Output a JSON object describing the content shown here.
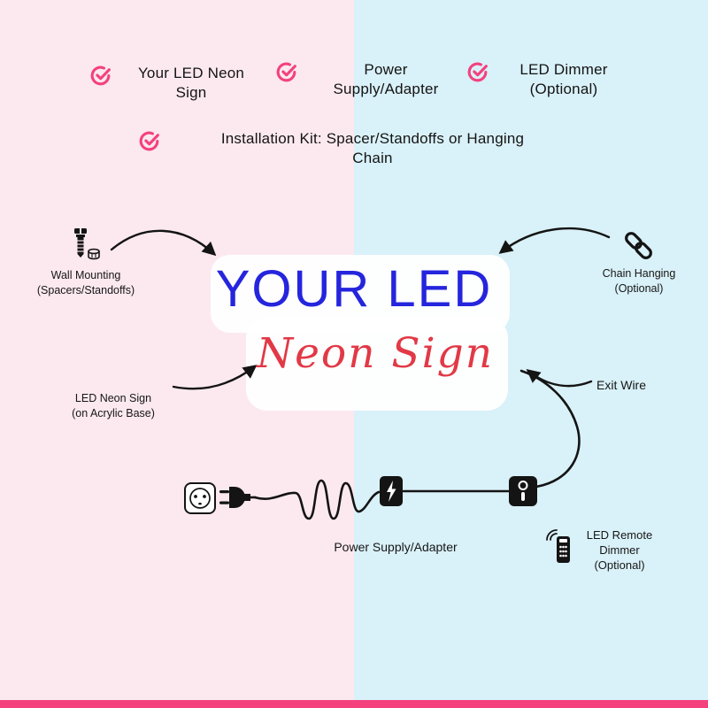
{
  "colors": {
    "background_left": "#fce9f0",
    "background_right": "#d9f1f8",
    "accent_pink": "#f4417e",
    "sign_blue": "#2525dd",
    "sign_red": "#e23946",
    "line_black": "#141414",
    "acrylic_base": "#ffffff"
  },
  "checklist": {
    "row1": [
      {
        "lines": [
          "Your LED Neon",
          "Sign"
        ]
      },
      {
        "lines": [
          "Power",
          "Supply/Adapter"
        ]
      },
      {
        "lines": [
          "LED Dimmer",
          "(Optional)"
        ]
      }
    ],
    "row2": {
      "lines": [
        "Installation Kit: Spacer/Standoffs or Hanging",
        "Chain"
      ]
    }
  },
  "sign": {
    "line1": "YOUR LED",
    "line2": "Neon Sign"
  },
  "annotations": {
    "wall_mounting": {
      "lines": [
        "Wall Mounting",
        "(Spacers/Standoffs)"
      ]
    },
    "led_neon_sign": {
      "lines": [
        "LED Neon Sign",
        "(on Acrylic Base)"
      ]
    },
    "chain_hanging": {
      "lines": [
        "Chain Hanging",
        "(Optional)"
      ]
    },
    "exit_wire": {
      "label": "Exit Wire"
    },
    "power_supply": {
      "label": "Power Supply/Adapter"
    },
    "remote_dimmer": {
      "lines": [
        "LED Remote",
        "Dimmer",
        "(Optional)"
      ]
    }
  },
  "icons": {
    "check": "check-circle-icon",
    "screw": "screw-standoff-icon",
    "chain": "chain-links-icon",
    "outlet": "wall-outlet-icon",
    "plug": "power-plug-icon",
    "adapter": "power-adapter-icon",
    "dimmer": "inline-dimmer-icon",
    "remote": "remote-control-icon"
  }
}
